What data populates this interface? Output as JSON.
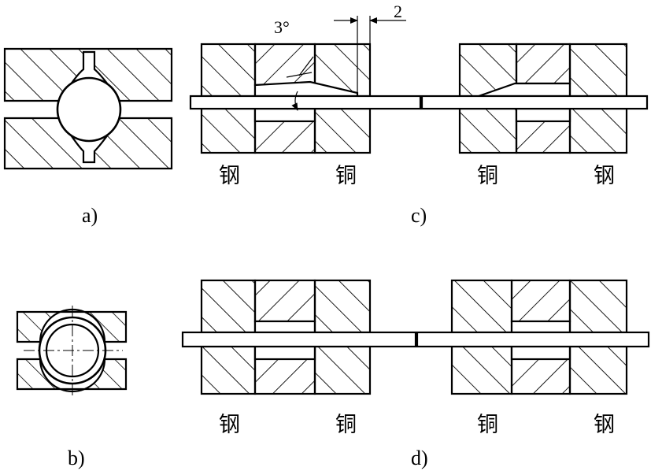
{
  "figure": {
    "captions": {
      "a": "a)",
      "b": "b)",
      "c": "c)",
      "d": "d)"
    },
    "materials": {
      "c": [
        "钢",
        "铜",
        "铜",
        "钢"
      ],
      "d": [
        "钢",
        "铜",
        "铜",
        "钢"
      ]
    },
    "annotations": {
      "angle": "3°",
      "dimension": "2"
    }
  }
}
